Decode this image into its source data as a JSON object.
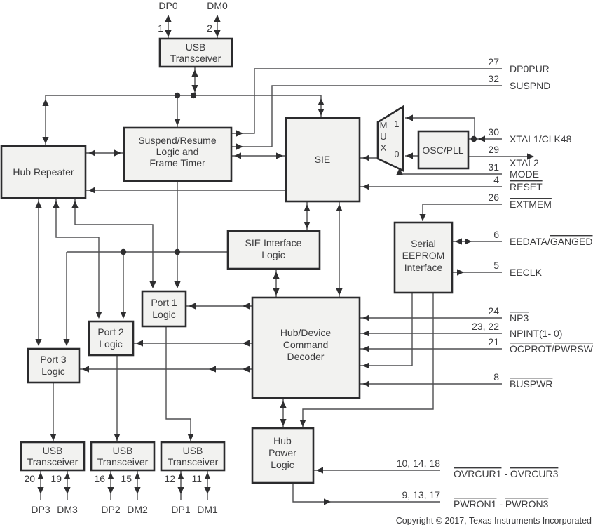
{
  "blocks": {
    "usb_transceiver": {
      "l1": "USB",
      "l2": "Transceiver"
    },
    "hub_repeater": {
      "label": "Hub Repeater"
    },
    "suspend_resume": {
      "l1": "Suspend/Resume",
      "l2": "Logic and",
      "l3": "Frame Timer"
    },
    "sie": {
      "label": "SIE"
    },
    "mux": {
      "m": "M",
      "u": "U",
      "x": "X",
      "in1": "1",
      "in0": "0"
    },
    "osc_pll": {
      "label": "OSC/PLL"
    },
    "sie_interface": {
      "l1": "SIE Interface",
      "l2": "Logic"
    },
    "serial_eeprom": {
      "l1": "Serial",
      "l2": "EEPROM",
      "l3": "Interface"
    },
    "port1": {
      "l1": "Port 1",
      "l2": "Logic"
    },
    "port2": {
      "l1": "Port 2",
      "l2": "Logic"
    },
    "port3": {
      "l1": "Port 3",
      "l2": "Logic"
    },
    "decoder": {
      "l1": "Hub/Device",
      "l2": "Command",
      "l3": "Decoder"
    },
    "hub_power": {
      "l1": "Hub",
      "l2": "Power",
      "l3": "Logic"
    }
  },
  "top_pins": {
    "dp0": {
      "num": "1",
      "label": "DP0"
    },
    "dm0": {
      "num": "2",
      "label": "DM0"
    }
  },
  "bottom_pins": {
    "dp3": {
      "num": "20",
      "label": "DP3"
    },
    "dm3": {
      "num": "19",
      "label": "DM3"
    },
    "dp2": {
      "num": "16",
      "label": "DP2"
    },
    "dm2": {
      "num": "15",
      "label": "DM2"
    },
    "dp1": {
      "num": "12",
      "label": "DP1"
    },
    "dm1": {
      "num": "11",
      "label": "DM1"
    }
  },
  "right_pins": {
    "dp0pur": {
      "num": "27",
      "label": "DP0PUR"
    },
    "suspnd": {
      "num": "32",
      "label": "SUSPND"
    },
    "xtal1_clk48": {
      "num": "30",
      "label": "XTAL1/CLK48"
    },
    "xtal2": {
      "num": "29",
      "label": "XTAL2"
    },
    "mode": {
      "num": "31",
      "label": "MODE"
    },
    "reset": {
      "num": "4",
      "label": "RESET"
    },
    "extmem": {
      "num": "26",
      "label": "EXTMEM"
    },
    "eedata_ganged": {
      "num": "6",
      "plain": "EEDATA/",
      "overlined": "GANGED"
    },
    "eeclk": {
      "num": "5",
      "label": "EECLK"
    },
    "np3": {
      "num": "24",
      "label": "NP3"
    },
    "npint": {
      "num": "23, 22",
      "label": "NPINT(1- 0)"
    },
    "ocprot_pwrsw": {
      "num": "21",
      "seg1": "OCPROT",
      "sep": "/",
      "seg2": "PWRSW"
    },
    "buspwr": {
      "num": "8",
      "label": "BUSPWR"
    },
    "ovrcur": {
      "num": "10, 14, 18",
      "seg1": "OVRCUR1",
      "sep": " - ",
      "seg2": "OVRCUR3"
    },
    "pwron": {
      "num": "9, 13, 17",
      "seg1": "PWRON1",
      "sep": " - ",
      "seg2": "PWRON3"
    }
  },
  "footer": {
    "copyright": "Copyright © 2017, Texas Instruments Incorporated"
  },
  "colors": {
    "background": "#ffffff",
    "box_fill": "#f2f2f0",
    "box_border": "#2b2b2d",
    "wire": "#4e4e50",
    "arrow": "#2e2e30",
    "text": "#3b3b3d"
  }
}
